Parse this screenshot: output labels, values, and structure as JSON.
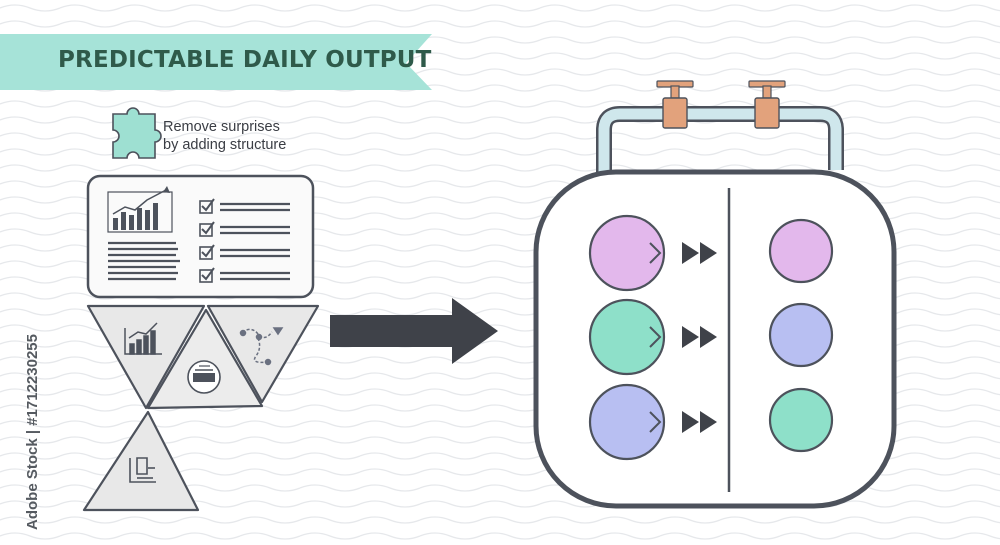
{
  "banner": {
    "title": "PREDICTABLE DAILY OUTPUT"
  },
  "note": {
    "line1": "Remove surprises",
    "line2": "by adding structure"
  },
  "credit": "Adobe Stock | #1712230255",
  "icons": {
    "puzzle": "puzzle-piece-icon",
    "bar_chart": "bar-chart-icon",
    "checklist": "checklist-icon",
    "triangle_chart": "growth-chart-icon",
    "triangle_path": "route-map-icon",
    "triangle_gauge": "gauge-icon",
    "triangle_document": "document-icon",
    "arrow": "right-arrow-icon",
    "pipe": "pipe-valves-icon",
    "fast_forward": "fast-forward-icon"
  },
  "colors": {
    "banner": "#a6e3d8",
    "ink": "#4d525c",
    "pipe": "#cfe7ec",
    "valve": "#e2a27c",
    "purple": "#e3b8ec",
    "teal": "#8ee0c9",
    "blue": "#b8bff2"
  },
  "flow": {
    "inputs": [
      "purple",
      "teal",
      "blue"
    ],
    "outputs": [
      "purple",
      "blue",
      "teal"
    ]
  }
}
